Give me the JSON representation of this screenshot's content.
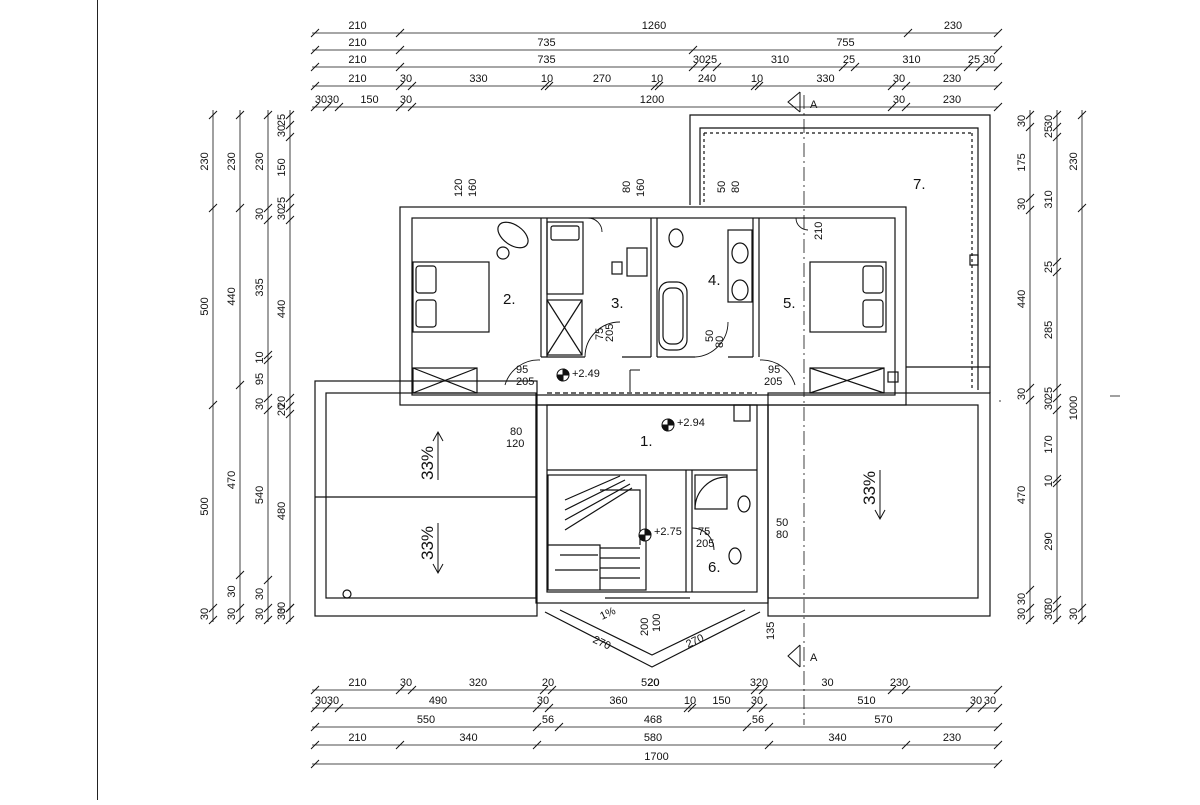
{
  "drawing": {
    "title": "",
    "section_marker": "A",
    "colors": {
      "ink": "#111111",
      "wall_fill": "#ffffff",
      "background": "#ffffff"
    }
  },
  "rooms": [
    {
      "number": "1."
    },
    {
      "number": "2."
    },
    {
      "number": "3."
    },
    {
      "number": "4."
    },
    {
      "number": "5."
    },
    {
      "number": "6."
    },
    {
      "number": "7."
    }
  ],
  "levels": [
    "+2.49",
    "+2.94",
    "+2.75"
  ],
  "slopes": [
    "33%",
    "33%",
    "33%",
    "1%"
  ],
  "top_dims": [
    [
      "210",
      "1260",
      "230"
    ],
    [
      "210",
      "735",
      "755"
    ],
    [
      "210",
      "735",
      "30",
      "25",
      "310",
      "25",
      "310",
      "25",
      "30"
    ],
    [
      "210",
      "30",
      "330",
      "10",
      "270",
      "10",
      "240",
      "10",
      "330",
      "30",
      "230"
    ],
    [
      "30",
      "30",
      "150",
      "30",
      "1200",
      "30",
      "230"
    ]
  ],
  "bottom_dims": [
    [
      "210",
      "30",
      "320",
      "20",
      "20",
      "320",
      "30",
      "230"
    ],
    [
      "30",
      "30",
      "490",
      "30",
      "360",
      "10",
      "150",
      "30",
      "510",
      "30",
      "30"
    ],
    [
      "550",
      "56",
      "468",
      "56",
      "570"
    ],
    [
      "210",
      "340",
      "580",
      "340",
      "230"
    ],
    [
      "1700"
    ]
  ],
  "left_dims": [
    [
      "230",
      "500",
      "500",
      "30"
    ],
    [
      "230",
      "440",
      "470",
      "30",
      "30"
    ],
    [
      "230",
      "30",
      "335",
      "10",
      "95",
      "30",
      "540",
      "30",
      "30"
    ],
    [
      "25",
      "30",
      "150",
      "25",
      "30",
      "440",
      "20",
      "20",
      "480",
      "30",
      "30"
    ]
  ],
  "right_dims": [
    [
      "30",
      "175",
      "30",
      "440",
      "30",
      "470",
      "30",
      "30"
    ],
    [
      "30",
      "25",
      "310",
      "25",
      "285",
      "25",
      "30",
      "170",
      "10",
      "290",
      "30",
      "30"
    ],
    [
      "230",
      "1000",
      "30"
    ]
  ],
  "opening_dims": [
    "120",
    "160",
    "80",
    "160",
    "50",
    "80",
    "210",
    "95",
    "205",
    "75",
    "205",
    "95",
    "205",
    "95",
    "205",
    "80",
    "120",
    "75",
    "205",
    "50",
    "80",
    "200",
    "100",
    "270",
    "270",
    "520",
    "135"
  ]
}
